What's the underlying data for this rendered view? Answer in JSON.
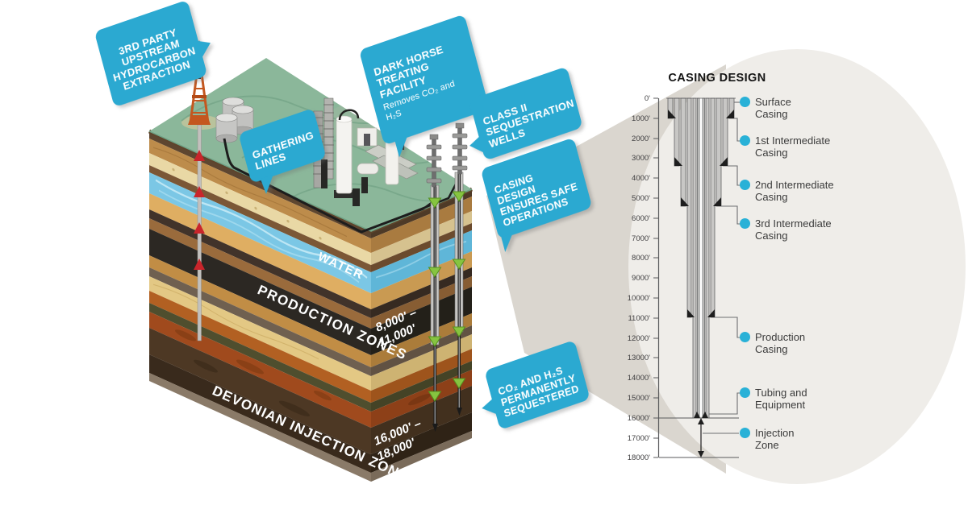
{
  "scene": {
    "callouts": {
      "extraction": {
        "text": "3RD PARTY\nUPSTREAM\nHYDROCARBON\nEXTRACTION"
      },
      "gathering": {
        "text": "GATHERING\nLINES"
      },
      "treating": {
        "title": "DARK HORSE\nTREATING FACILITY",
        "subtitle": "Removes CO₂ and H₂S"
      },
      "class2_wells": {
        "text": "CLASS II\nSEQUESTRATION\nWELLS"
      },
      "casing_safe": {
        "text": "CASING DESIGN\nENSURES SAFE\nOPERATIONS"
      },
      "sequestered": {
        "text": "CO₂ AND H₂S\nPERMANENTLY\nSEQUESTERED"
      }
    },
    "ground_labels": {
      "water": "WATER",
      "production_zones": "PRODUCTION ZONES",
      "production_depth_line1": "8,000' –",
      "production_depth_line2": "11,000'",
      "devonian": "DEVONIAN INJECTION ZONE",
      "devonian_depth_line1": "16,000' –",
      "devonian_depth_line2": "18,000'"
    }
  },
  "casing_panel": {
    "title": "CASING DESIGN",
    "depth_ticks": [
      "0'",
      "1000'",
      "2000'",
      "3000'",
      "4000'",
      "5000'",
      "6000'",
      "7000'",
      "8000'",
      "9000'",
      "10000'",
      "11000'",
      "12000'",
      "13000'",
      "14000'",
      "15000'",
      "16000'",
      "17000'",
      "18000'"
    ],
    "labels": [
      {
        "text": "Surface\nCasing"
      },
      {
        "text": "1st Intermediate\nCasing"
      },
      {
        "text": "2nd Intermediate\nCasing"
      },
      {
        "text": "3rd Intermediate\nCasing"
      },
      {
        "text": "Production\nCasing"
      },
      {
        "text": "Tubing and\nEquipment"
      },
      {
        "text": "Injection\nZone"
      }
    ]
  },
  "colors": {
    "callout_cyan": "#2BA9D1",
    "label_dot_cyan": "#29B1D7",
    "grass_green": "#8BB79A",
    "water_blue": "#7BC7E5",
    "panel_ellipse_bg": "#EFEDE9",
    "red_arrow": "#C9252B",
    "green_arrow": "#86C440"
  }
}
